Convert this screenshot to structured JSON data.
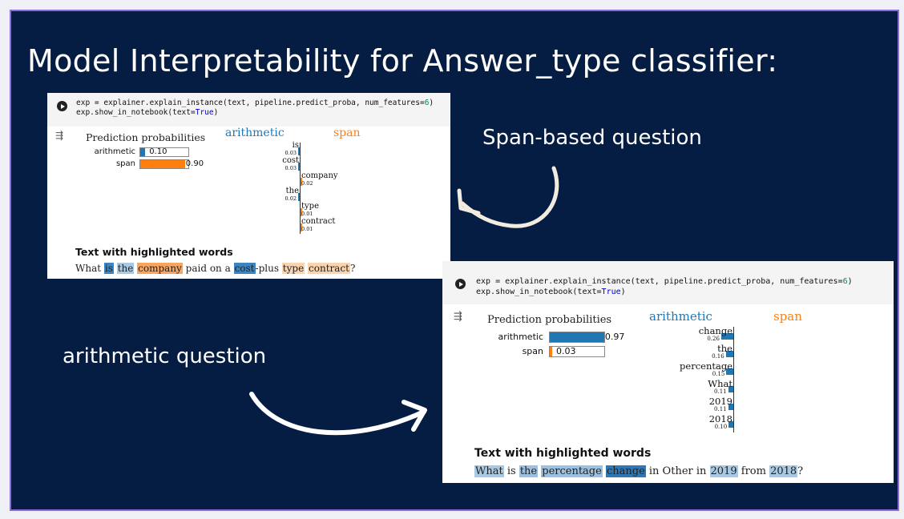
{
  "slide": {
    "title": "Model Interpretability for Answer_type classifier:",
    "span_label": "Span-based question",
    "arith_label": "arithmetic question",
    "colors": {
      "background": "#061d43",
      "border": "#8d6cd6",
      "arithmetic": "#1f77b4",
      "span": "#ff7f0e"
    }
  },
  "screenshot1": {
    "code_line1": "exp = explainer.explain_instance(text, pipeline.predict_proba, num_features=6)",
    "code_line2": "exp.show_in_notebook(text=True)",
    "pred_title": "Prediction probabilities",
    "classes": [
      {
        "name": "arithmetic",
        "value": 0.1,
        "value_label": "0.10"
      },
      {
        "name": "span",
        "value": 0.9,
        "value_label": "0.90"
      }
    ],
    "header_arith": "arithmetic",
    "header_span": "span",
    "features": [
      {
        "word": "is",
        "value": 0.03,
        "value_label": "0.03",
        "side": "arithmetic"
      },
      {
        "word": "cost",
        "value": 0.03,
        "value_label": "0.03",
        "side": "arithmetic"
      },
      {
        "word": "company",
        "value": 0.02,
        "value_label": "0.02",
        "side": "span"
      },
      {
        "word": "the",
        "value": 0.02,
        "value_label": "0.02",
        "side": "arithmetic"
      },
      {
        "word": "type",
        "value": 0.01,
        "value_label": "0.01",
        "side": "span"
      },
      {
        "word": "contract",
        "value": 0.01,
        "value_label": "0.01",
        "side": "span"
      }
    ],
    "hl_title": "Text with highlighted words",
    "tokens": [
      {
        "t": "What ",
        "c": ""
      },
      {
        "t": "is",
        "c": "#3b86c2"
      },
      {
        "t": " ",
        "c": ""
      },
      {
        "t": "the",
        "c": "#a9c9e3"
      },
      {
        "t": " ",
        "c": ""
      },
      {
        "t": "company",
        "c": "#f7a55f"
      },
      {
        "t": " paid on a ",
        "c": ""
      },
      {
        "t": "cost",
        "c": "#3b86c2"
      },
      {
        "t": "-plus ",
        "c": ""
      },
      {
        "t": "type",
        "c": "#fbd3ae"
      },
      {
        "t": " ",
        "c": ""
      },
      {
        "t": "contract",
        "c": "#fbd3ae"
      },
      {
        "t": "?",
        "c": ""
      }
    ]
  },
  "screenshot2": {
    "code_line1": "exp = explainer.explain_instance(text, pipeline.predict_proba, num_features=6)",
    "code_line2": "exp.show_in_notebook(text=True)",
    "pred_title": "Prediction probabilities",
    "classes": [
      {
        "name": "arithmetic",
        "value": 0.97,
        "value_label": "0.97"
      },
      {
        "name": "span",
        "value": 0.03,
        "value_label": "0.03"
      }
    ],
    "header_arith": "arithmetic",
    "header_span": "span",
    "features": [
      {
        "word": "change",
        "value": 0.26,
        "value_label": "0.26",
        "side": "arithmetic"
      },
      {
        "word": "the",
        "value": 0.16,
        "value_label": "0.16",
        "side": "arithmetic"
      },
      {
        "word": "percentage",
        "value": 0.15,
        "value_label": "0.15",
        "side": "arithmetic"
      },
      {
        "word": "What",
        "value": 0.11,
        "value_label": "0.11",
        "side": "arithmetic"
      },
      {
        "word": "2019",
        "value": 0.11,
        "value_label": "0.11",
        "side": "arithmetic"
      },
      {
        "word": "2018",
        "value": 0.1,
        "value_label": "0.10",
        "side": "arithmetic"
      }
    ],
    "hl_title": "Text with highlighted words",
    "tokens": [
      {
        "t": "What",
        "c": "#a9c9e3"
      },
      {
        "t": " is ",
        "c": ""
      },
      {
        "t": "the",
        "c": "#9cc1e0"
      },
      {
        "t": " ",
        "c": ""
      },
      {
        "t": "percentage",
        "c": "#9cc1e0"
      },
      {
        "t": " ",
        "c": ""
      },
      {
        "t": "change",
        "c": "#2f78b5"
      },
      {
        "t": " in Other in ",
        "c": ""
      },
      {
        "t": "2019",
        "c": "#a9c9e3"
      },
      {
        "t": " from ",
        "c": ""
      },
      {
        "t": "2018",
        "c": "#a9c9e3"
      },
      {
        "t": "?",
        "c": ""
      }
    ]
  }
}
